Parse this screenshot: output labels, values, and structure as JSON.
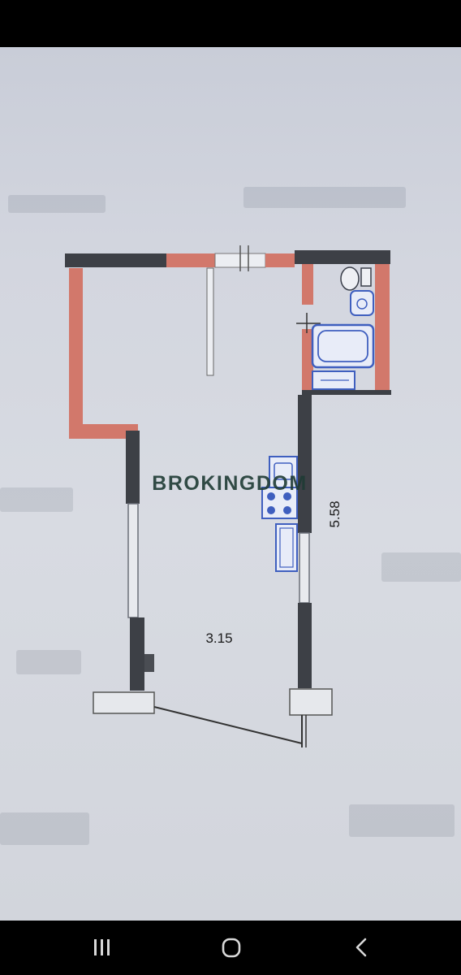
{
  "watermark": {
    "text": "BROKINGDOM"
  },
  "plan": {
    "width_label": "3.15",
    "length_label": "5.58"
  },
  "colors": {
    "wall_dark": "#3d4046",
    "wall_red": "#d2786b",
    "fixture_blue": "#3f5fbf",
    "paper": "#d6d9e0",
    "watermark": "#1f3b35"
  },
  "nav": {
    "recents_icon": "recents-icon",
    "home_icon": "home-icon",
    "back_icon": "back-icon"
  }
}
